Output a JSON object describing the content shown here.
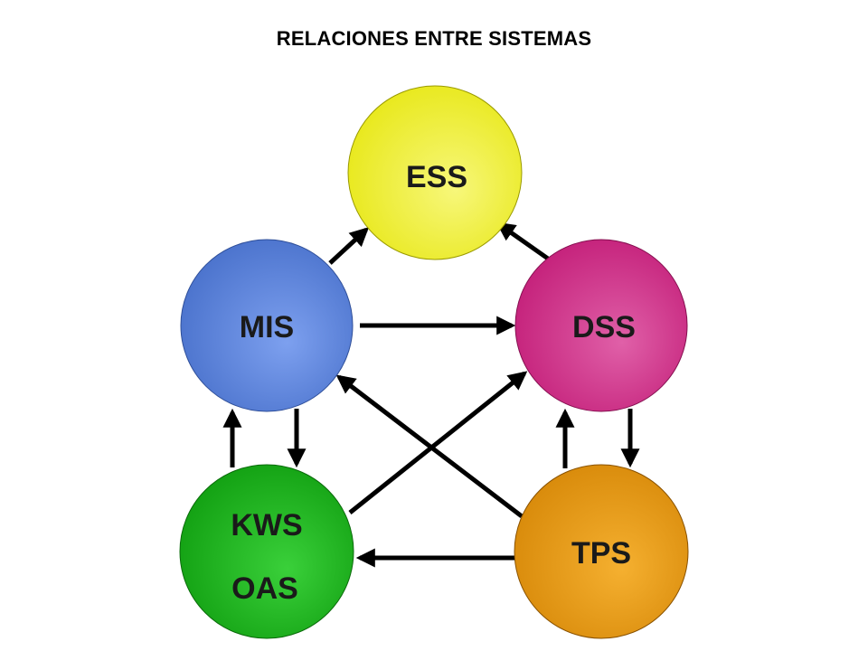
{
  "title": "RELACIONES ENTRE SISTEMAS",
  "nodes": [
    {
      "id": "ess",
      "lines": [
        "ESS"
      ],
      "color": "#e8e81a",
      "highlight": "#f7f77a",
      "stroke": "#9a9a00"
    },
    {
      "id": "mis",
      "lines": [
        "MIS"
      ],
      "color": "#4a72cc",
      "highlight": "#7da0ef",
      "stroke": "#2f4f99"
    },
    {
      "id": "dss",
      "lines": [
        "DSS"
      ],
      "color": "#c4207a",
      "highlight": "#e060a8",
      "stroke": "#851050"
    },
    {
      "id": "kws",
      "lines": [
        "KWS",
        "OAS"
      ],
      "color": "#12a012",
      "highlight": "#3ad03a",
      "stroke": "#0b6b0b"
    },
    {
      "id": "tps",
      "lines": [
        "TPS"
      ],
      "color": "#d88a0a",
      "highlight": "#f5b030",
      "stroke": "#8a5200"
    }
  ],
  "edges": [
    {
      "from": "mis",
      "to": "ess"
    },
    {
      "from": "dss",
      "to": "ess"
    },
    {
      "from": "mis",
      "to": "dss"
    },
    {
      "from": "tps",
      "to": "mis"
    },
    {
      "from": "kws",
      "to": "dss"
    },
    {
      "from": "kws",
      "to": "mis"
    },
    {
      "from": "mis",
      "to": "kws"
    },
    {
      "from": "tps",
      "to": "dss"
    },
    {
      "from": "dss",
      "to": "tps"
    },
    {
      "from": "tps",
      "to": "kws"
    }
  ],
  "colors": {
    "arrow": "#000000",
    "background": "#ffffff"
  }
}
